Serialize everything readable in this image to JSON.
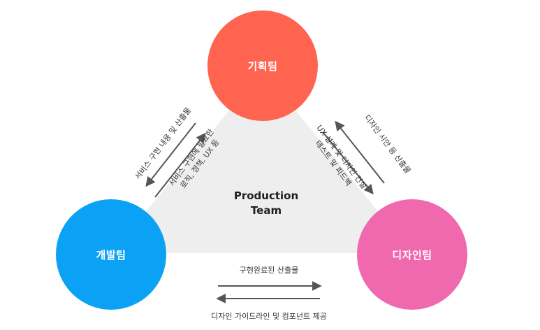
{
  "nodes": {
    "planning": {
      "label": "기획팀",
      "color": "#FF6450"
    },
    "development": {
      "label": "개발팀",
      "color": "#0BA2F5"
    },
    "design": {
      "label": "디자인팀",
      "color": "#F068AE"
    }
  },
  "center": {
    "line1": "Production",
    "line2": "Team"
  },
  "flows": {
    "planning_to_development": "서비스 구현 내용 및 산출물",
    "development_to_planning": {
      "line1": "서비스 구현에 필요한",
      "line2": "로직, 정책, UX 등"
    },
    "planning_to_design": {
      "line1": "UX 설계 및 디자인 컨설",
      "line2": "테스트 및 피드백"
    },
    "design_to_planning": "디자인 시안 등 산출물",
    "development_to_design": "구현완료된 산출물",
    "design_to_development": "디자인 가이드라인 및 컴포넌트 제공"
  },
  "colors": {
    "triangle": "#EEEEEE",
    "arrow": "#555555",
    "text": "#333333"
  }
}
